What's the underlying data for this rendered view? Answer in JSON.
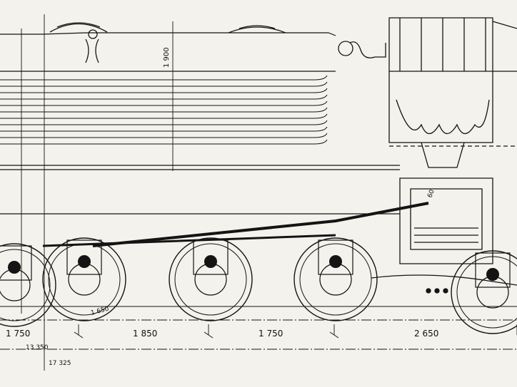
{
  "drawing": {
    "dimensions": {
      "d1": "1 750",
      "d2": "1 850",
      "d3": "1 750",
      "d4": "2 650",
      "total_a": "13 350",
      "total_b": "17 325",
      "wheel_label": "1 650",
      "vertical_label": "1 900",
      "leader_label": "60"
    },
    "colors": {
      "ink": "#141414",
      "paper": "#f4f2ec"
    }
  }
}
